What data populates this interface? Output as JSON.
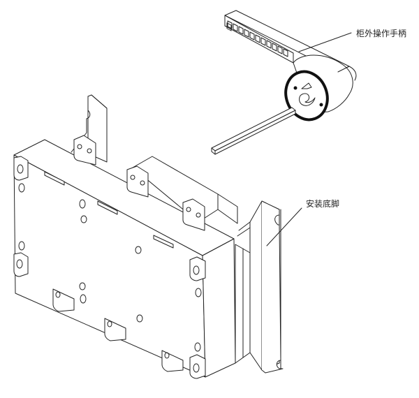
{
  "diagram": {
    "type": "exploded isometric technical line drawing",
    "subject": "switch unit with external operating handle, shaft, and mounting bracket",
    "labels": [
      {
        "id": "handle",
        "text": "柜外操作手柄",
        "meaning": "external cabinet operating handle"
      },
      {
        "id": "foot",
        "text": "安装底脚",
        "meaning": "mounting foot"
      }
    ],
    "colors": {
      "line": "#222222",
      "background": "#ffffff",
      "handle_ring": "#111111"
    }
  }
}
